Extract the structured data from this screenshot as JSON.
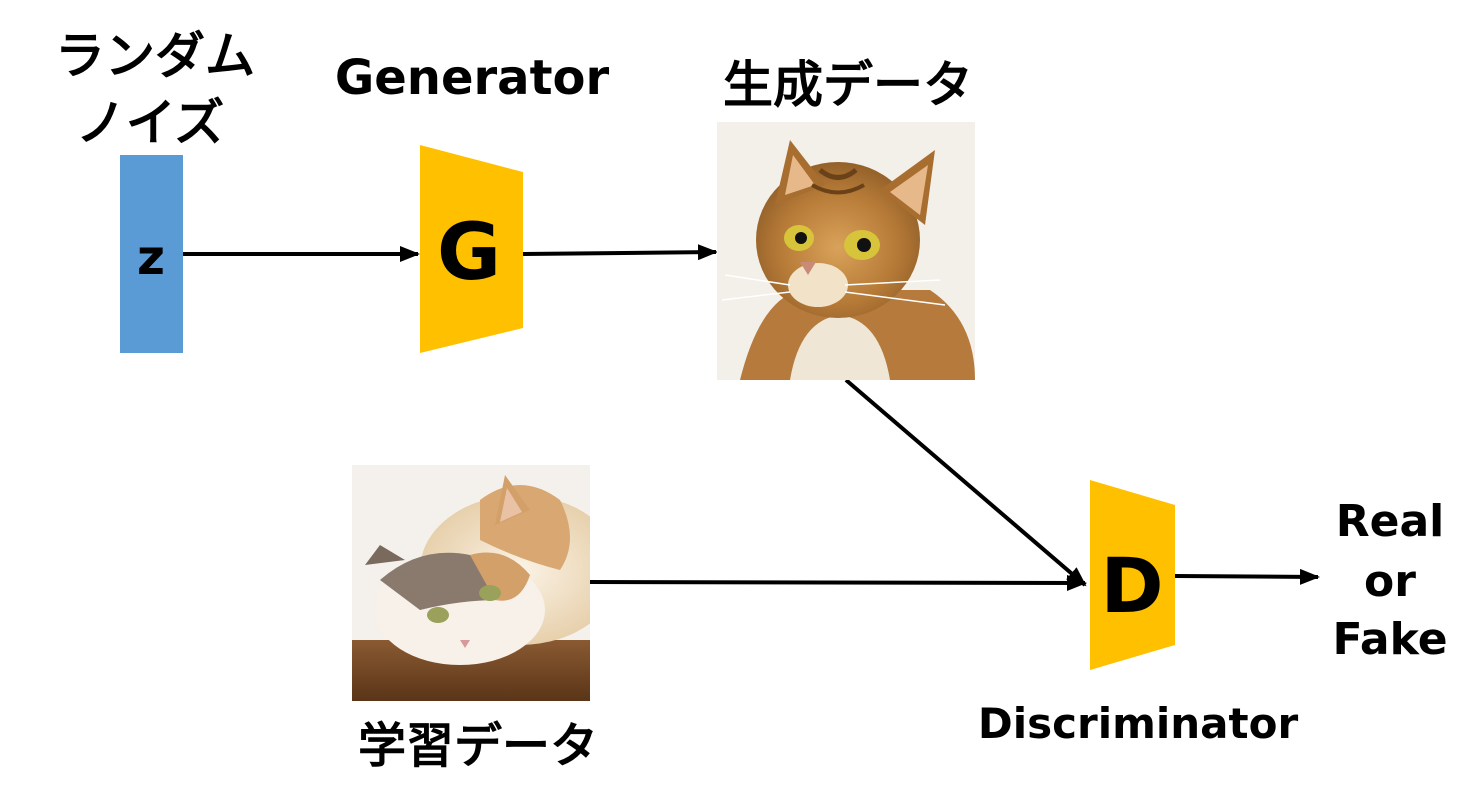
{
  "labels": {
    "noise_line1": "ランダム",
    "noise_line2": "ノイズ",
    "generator": "Generator",
    "generated_data": "生成データ",
    "training_data": "学習データ",
    "discriminator": "Discriminator",
    "output_line1": "Real",
    "output_line2": "or",
    "output_line3": "Fake"
  },
  "blocks": {
    "z": "z",
    "g": "G",
    "d": "D"
  },
  "colors": {
    "noise_block": "#5b9bd5",
    "network_block": "#ffc000",
    "arrow": "#000000"
  },
  "images": {
    "generated": "cat-photo-looking-up",
    "training": "cat-photo-lying-down"
  }
}
